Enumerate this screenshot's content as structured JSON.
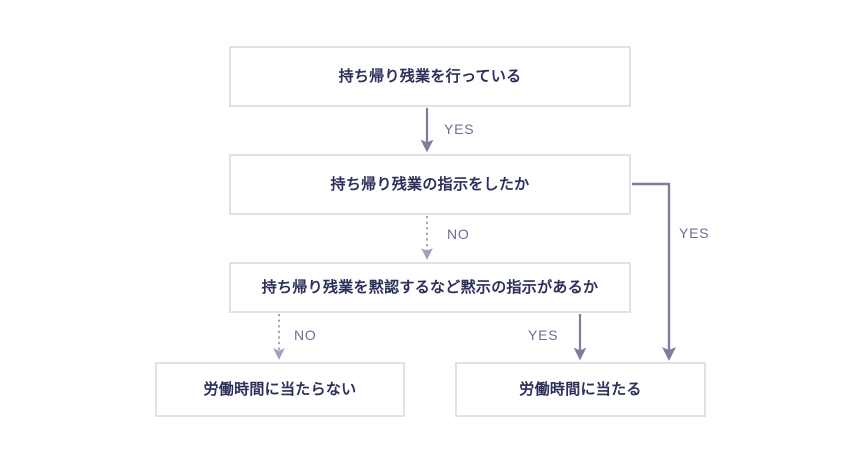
{
  "diagram": {
    "type": "flowchart",
    "title": "",
    "colors": {
      "node_border": "#e2e2e6",
      "node_background": "#ffffff",
      "node_text": "#2b2f5a",
      "edge_line": "#7b7f9e",
      "edge_label_text": "#6b7091",
      "page_background": "#ffffff"
    },
    "nodes": [
      {
        "id": "start",
        "label": "持ち帰り残業を行っている"
      },
      {
        "id": "q1",
        "label": "持ち帰り残業の指示をしたか"
      },
      {
        "id": "q2",
        "label": "持ち帰り残業を黙認するなど黙示の指示があるか"
      },
      {
        "id": "result_no",
        "label": "労働時間に当たらない"
      },
      {
        "id": "result_yes",
        "label": "労働時間に当たる"
      }
    ],
    "edges": [
      {
        "id": "e1",
        "from": "start",
        "to": "q1",
        "label": "YES",
        "style": "solid",
        "direction": "down"
      },
      {
        "id": "e2",
        "from": "q1",
        "to": "q2",
        "label": "NO",
        "style": "dotted",
        "direction": "down"
      },
      {
        "id": "e3",
        "from": "q1",
        "to": "result_yes",
        "label": "YES",
        "style": "solid",
        "direction": "right-down"
      },
      {
        "id": "e4",
        "from": "q2",
        "to": "result_no",
        "label": "NO",
        "style": "dotted",
        "direction": "down"
      },
      {
        "id": "e5",
        "from": "q2",
        "to": "result_yes",
        "label": "YES",
        "style": "solid",
        "direction": "down"
      }
    ]
  }
}
